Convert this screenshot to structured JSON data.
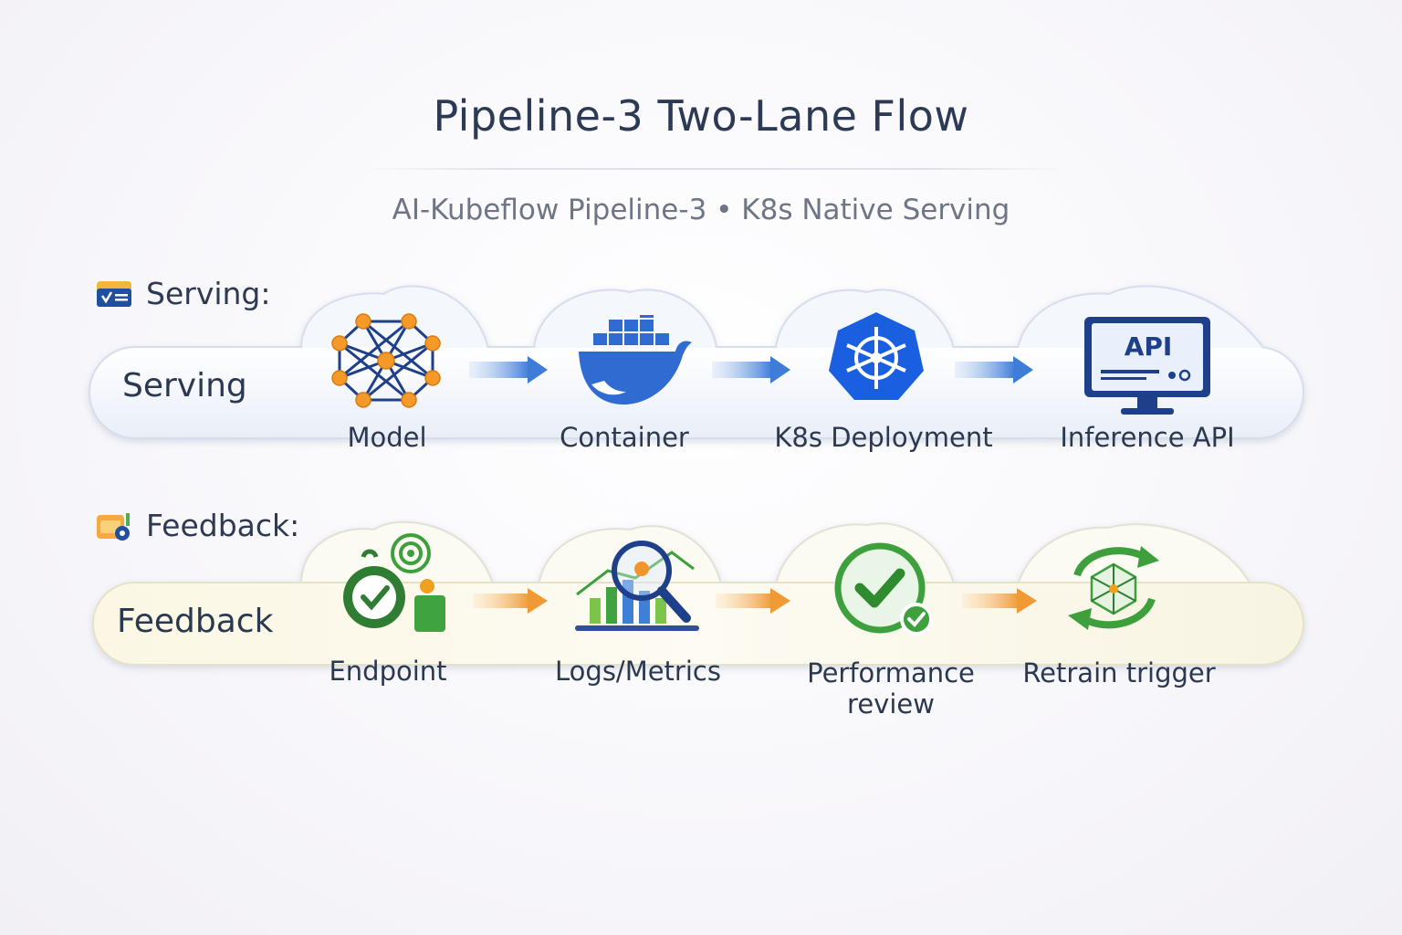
{
  "header": {
    "title": "Pipeline-3 Two-Lane Flow",
    "subtitle": "AI-Kubeflow Pipeline-3 • K8s Native Serving"
  },
  "lanes": [
    {
      "heading": "Serving:",
      "label": "Serving",
      "icon": "serving-badge-icon",
      "accent": "#3f7fd6",
      "nodes": [
        {
          "label": "Model",
          "icon": "neural-network-icon"
        },
        {
          "label": "Container",
          "icon": "docker-whale-icon"
        },
        {
          "label": "K8s Deployment",
          "icon": "kubernetes-icon"
        },
        {
          "label": "Inference API",
          "icon": "api-monitor-icon",
          "icon_text": "API"
        }
      ]
    },
    {
      "heading": "Feedback:",
      "label": "Feedback",
      "icon": "feedback-badge-icon",
      "accent": "#f0a040",
      "nodes": [
        {
          "label": "Endpoint",
          "icon": "endpoint-target-icon"
        },
        {
          "label": "Logs/Metrics",
          "icon": "magnifier-chart-icon"
        },
        {
          "label": "Performance review",
          "icon": "check-circle-icon"
        },
        {
          "label": "Retrain trigger",
          "icon": "retrain-cycle-icon"
        }
      ]
    }
  ]
}
